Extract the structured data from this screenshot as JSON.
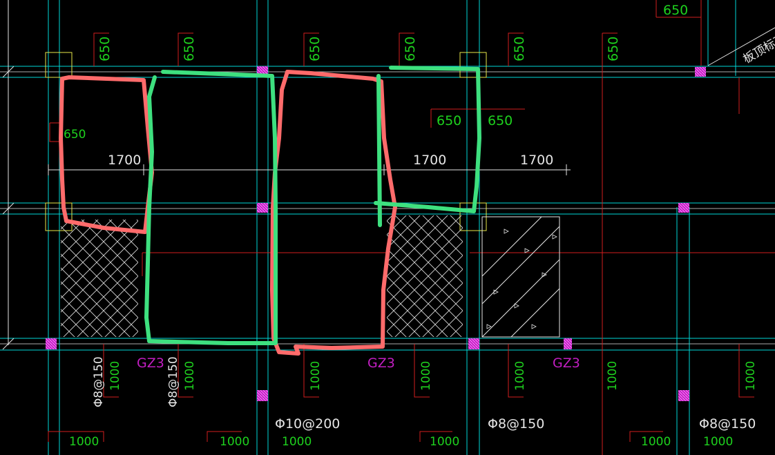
{
  "colors": {
    "background": "#000000",
    "axis_line": "#00d7d7",
    "dimension_line": "#d21e1e",
    "dimension_text": "#1ed21e",
    "label_text": "#e6e6e6",
    "column_mark": "#d21ed2",
    "column_label": "#c21ec2",
    "highlight_red": "#ff6b6b",
    "highlight_green": "#3ee07f",
    "column_box": "#e8e84a"
  },
  "dimensions": {
    "top_650": [
      "650",
      "650",
      "650",
      "650",
      "650",
      "650",
      "650"
    ],
    "corner_650": "650",
    "left_650": "650",
    "mid_650": [
      "650",
      "650"
    ],
    "span_1700": [
      "1700",
      "1700",
      "1700"
    ],
    "bottom_1000_vertical": [
      "1000",
      "1000",
      "1000",
      "1000",
      "1000",
      "1000",
      "1000",
      "1000"
    ],
    "bottom_1000_horizontal": [
      "1000",
      "1000",
      "1000",
      "1000",
      "1000",
      "1000"
    ]
  },
  "rebar": {
    "vertical_left": [
      "Φ8@150",
      "Φ8@150"
    ],
    "bottom": [
      "Φ10@200",
      "Φ8@150",
      "Φ8@150"
    ]
  },
  "columns": [
    "GZ3",
    "GZ3",
    "GZ3"
  ],
  "slope_label": "板顶标高",
  "icons": {
    "column_marker": "square-hatch-icon",
    "hatch": "crosshatch-pattern",
    "stairs": "triangle-pattern"
  }
}
